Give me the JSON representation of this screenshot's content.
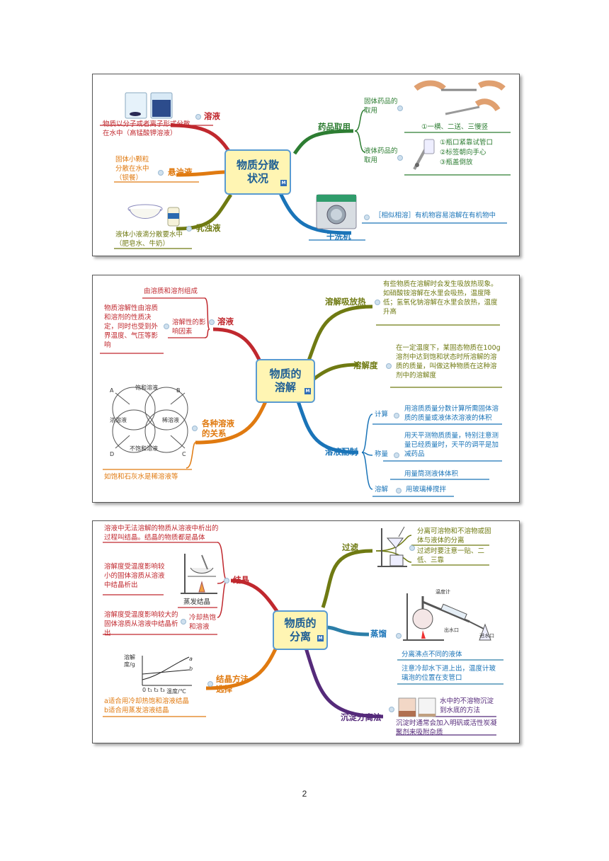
{
  "panel1": {
    "center": [
      "物质分散",
      "状况"
    ],
    "left": {
      "solution": {
        "label": "溶液",
        "desc": "物质以分子或者离子形式分散在水中（高锰酸钾溶液）"
      },
      "suspension": {
        "label": "悬浊液",
        "desc": "固体小颗粒分散在水中（钡餐）"
      },
      "emulsion": {
        "label": "乳浊液",
        "desc": "液体小液滴分散要水中（肥皂水、牛奶）"
      }
    },
    "right": {
      "drug": {
        "label": "药品取用",
        "solid": {
          "label": "固体药品的取用",
          "note": "①一横、二送、三慢竖"
        },
        "liquid": {
          "label": "液体药品的取用",
          "notes": [
            "①瓶口紧靠试管口",
            "②标签朝向手心",
            "③瓶盖倒放"
          ]
        }
      },
      "dryer": {
        "label": "干洗机",
        "note": "［相似相溶］有机物容易溶解在有机物中"
      }
    }
  },
  "panel2": {
    "center": [
      "物质的",
      "溶解"
    ],
    "left": {
      "solution": {
        "label": "溶液",
        "composition": "由溶质和溶剂组成",
        "factor_label": "溶解性的影响因素",
        "factor_desc": "物质溶解性由溶质和溶剂的性质决定，同时也受到外界温度、气压等影响"
      },
      "relations": {
        "label": "各种溶液的关系",
        "venn": {
          "top": "饱和溶液",
          "left": "浓溶液",
          "right": "稀溶液",
          "bottom": "不饱和溶液",
          "corners": [
            "A",
            "B",
            "C",
            "D"
          ]
        },
        "example": "如饱和石灰水是稀溶液等"
      }
    },
    "right": {
      "heat": {
        "label": "溶解吸放热",
        "desc": "有些物质在溶解时会发生吸放热现象。如硝酸铵溶解在水里会吸热，温度降低；氢氧化钠溶解在水里会放热，温度升高"
      },
      "solubility": {
        "label": "溶解度",
        "desc": "在一定温度下，某固态物质在100g溶剂中达到饱和状态时所溶解的溶质的质量，叫做这种物质在这种溶剂中的溶解度"
      },
      "prep": {
        "label": "溶液配制",
        "calc": {
          "label": "计算",
          "desc": "用溶质质量分数计算所需固体溶质的质量或液体浓溶液的体积"
        },
        "weigh": {
          "label": "称量",
          "desc1": "用天平测物质质量，特别注意测量已经质量时，天平的调平是加减药品",
          "desc2": "用量筒测液体体积"
        },
        "dissolve": {
          "label": "溶解",
          "desc": "用玻璃棒搅拌"
        }
      }
    }
  },
  "panel3": {
    "center": [
      "物质的",
      "分离"
    ],
    "left": {
      "crystal": {
        "label": "结晶",
        "def": "溶液中无法溶解的物质从溶液中析出的过程叫结晶。结晶的物质都是晶体",
        "evap_desc": "溶解度受温度影响较小的固体溶质从溶液中结晶析出",
        "evap_caption": "蒸发结晶",
        "cool_desc": "溶解度受温度影响较大的固体溶质从溶液中结晶析出",
        "cool_label": "冷却热饱和溶液"
      },
      "method": {
        "label": "结晶方法选择",
        "graph": {
          "ylabel": "溶解度/g",
          "xlabel": "温度/℃",
          "a": "a",
          "b": "b",
          "ticks": "0 t₁ t₂ t₃"
        },
        "note_a": "a适合用冷却热饱和溶液结晶",
        "note_b": "b适合用蒸发溶液结晶"
      }
    },
    "right": {
      "filter": {
        "label": "过滤",
        "desc1": "分离可溶物和不溶物或固体与液体的分离",
        "desc2": "过滤时要注意一贴、二低、三靠"
      },
      "distill": {
        "label": "蒸馏",
        "thermo": "温度计",
        "water_out": "出水口",
        "water_in": "进水口",
        "desc1": "分离沸点不同的液体",
        "desc2": "注意冷却水下进上出，温度计玻璃泡的位置在支管口"
      },
      "sediment": {
        "label": "沉淀分离法",
        "desc1": "水中的不溶物沉淀到水底的方法",
        "desc2": "沉淀时通常会加入明矾或活性炭凝聚剂来吸附杂质"
      }
    }
  },
  "page_number": "2"
}
